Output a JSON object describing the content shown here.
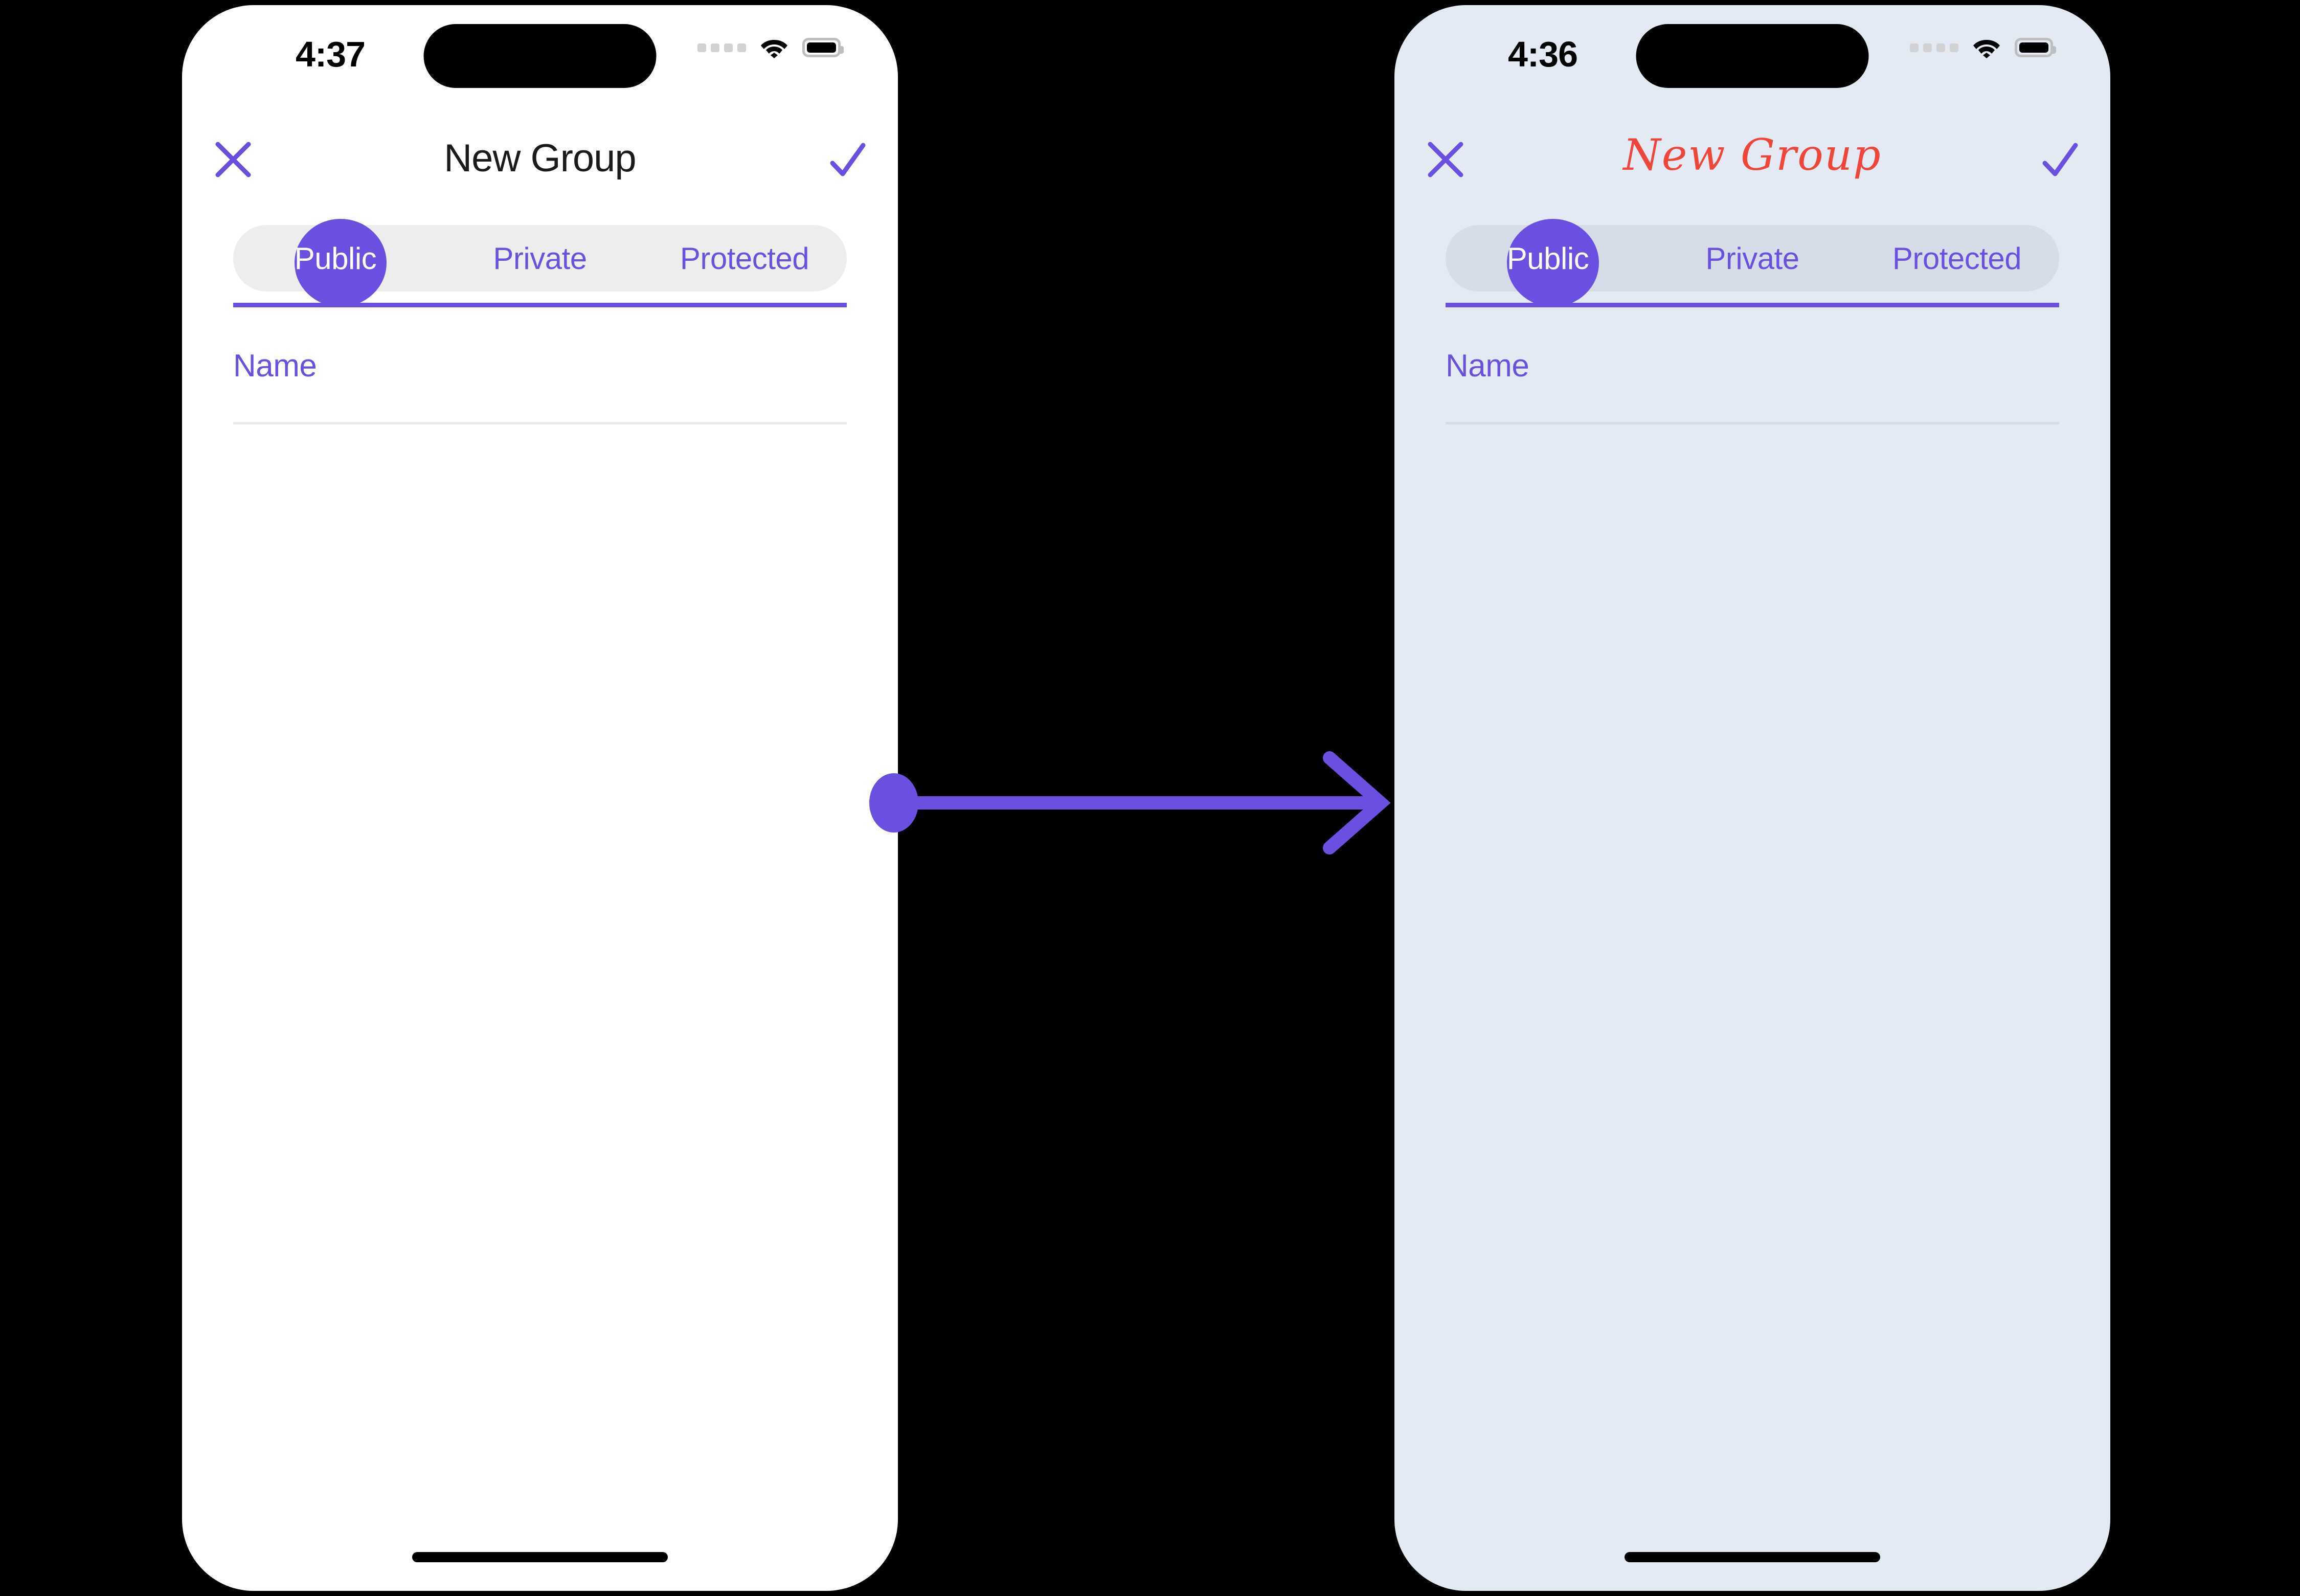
{
  "meta": {
    "accent_purple": "#6A4FE0",
    "script_red": "#F0453A",
    "left_screen_bg": "#FFFFFF",
    "right_screen_bg": "#E4EAF4",
    "canvas_bg": "#000000"
  },
  "phones": [
    {
      "id": "before",
      "status": {
        "time": "4:37",
        "cellular_icon": "cellular-dots-icon",
        "wifi_icon": "wifi-icon",
        "battery_icon": "battery-full-icon",
        "island": "dynamic-island"
      },
      "nav": {
        "close_icon": "close-x-icon",
        "title": "New Group",
        "done_icon": "checkmark-icon"
      },
      "segmented": {
        "options": [
          "Public",
          "Private",
          "Protected"
        ],
        "selected": "Public",
        "selected_index": 0,
        "track_color": "#EDEDED",
        "thumb_color": "#6A4FE0",
        "underline_color": "#6A4FE0"
      },
      "form": {
        "name_field": {
          "label": "Name",
          "value": "",
          "placeholder": "Name"
        }
      },
      "home_indicator": "home-indicator"
    },
    {
      "id": "after",
      "status": {
        "time": "4:36",
        "cellular_icon": "cellular-dots-icon",
        "wifi_icon": "wifi-icon",
        "battery_icon": "battery-full-icon",
        "island": "dynamic-island"
      },
      "nav": {
        "close_icon": "close-x-icon",
        "title": "New Group",
        "done_icon": "checkmark-icon"
      },
      "segmented": {
        "options": [
          "Public",
          "Private",
          "Protected"
        ],
        "selected": "Public",
        "selected_index": 0,
        "track_color": "#D7DDE8",
        "thumb_color": "#6A4FE0",
        "underline_color": "#6A4FE0"
      },
      "form": {
        "name_field": {
          "label": "Name",
          "value": "",
          "placeholder": "Name"
        }
      },
      "home_indicator": "home-indicator"
    }
  ],
  "connector": {
    "icon": "arrow-right-icon",
    "color": "#6A4FE0",
    "start_marker": "dot",
    "end_marker": "chevron-arrowhead"
  }
}
